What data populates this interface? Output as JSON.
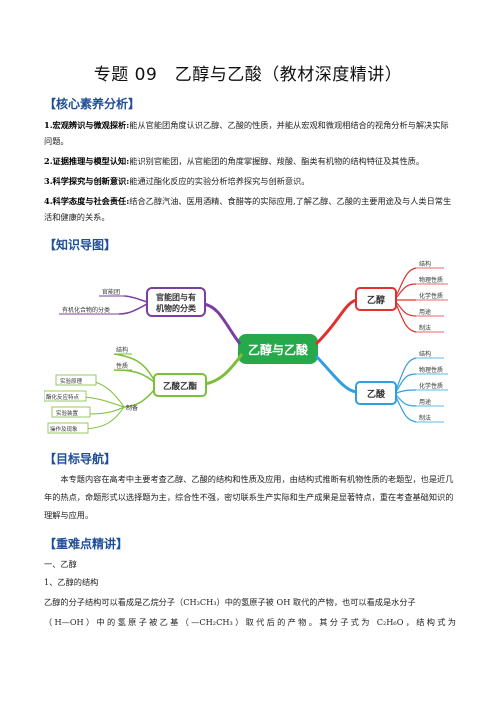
{
  "title": "专题 09　乙醇与乙酸（教材深度精讲）",
  "sections": {
    "core": "【核心素养分析】",
    "mindmap": "【知识导图】",
    "goal": "【目标导航】",
    "keypoints": "【重难点精讲】"
  },
  "core_items": [
    {
      "label": "1.宏观辨识与微观探析:",
      "text": "能从官能团角度认识乙醇、乙酸的性质，并能从宏观和微观相结合的视角分析与解决实际问题。"
    },
    {
      "label": "2.证据推理与模型认知:",
      "text": "能识别官能团，从官能团的角度掌握醇、羧酸、酯类有机物的结构特征及其性质。"
    },
    {
      "label": "3.科学探究与创新意识:",
      "text": "能通过酯化反应的实验分析培养探究与创新意识。"
    },
    {
      "label": "4.科学态度与社会责任:",
      "text": "结合乙醇汽油、医用酒精、食醋等的实际应用,了解乙醇、乙酸的主要用途及与人类日常生活和健康的关系。"
    }
  ],
  "mindmap": {
    "center": "乙醇与乙酸",
    "branches": {
      "functional": {
        "line1": "官能团与有",
        "line2": "机物的分类",
        "leaves": [
          "官能团",
          "有机化合物的分类"
        ]
      },
      "ester": {
        "title": "乙酸乙酯",
        "leaves": [
          "结构",
          "性质",
          "制备"
        ],
        "subleaves": [
          "实验原理",
          "酯化反应特点",
          "实验装置",
          "操作及现象"
        ]
      },
      "ethanol": {
        "title": "乙醇",
        "leaves": [
          "结构",
          "物理性质",
          "化学性质",
          "用途",
          "制法"
        ]
      },
      "acid": {
        "title": "乙酸",
        "leaves": [
          "结构",
          "物理性质",
          "化学性质",
          "用途",
          "制法"
        ]
      }
    },
    "colors": {
      "center": "#27a84a",
      "functional": "#7b3fa0",
      "ester": "#7cbf3a",
      "ethanol": "#e0312c",
      "acid": "#2f9fe0"
    }
  },
  "goal_text": "本专题内容在高考中主要考查乙醇、乙酸的结构和性质及应用，由结构式推断有机物性质的老题型，也是近几年的热点，命题形式以选择题为主，综合性不强，密切联系生产实际和生产成果是显著特点，重在考查基础知识的理解与应用。",
  "keypoints": {
    "h1": "一、乙醇",
    "h2": "1、乙醇的结构",
    "p1": "乙醇的分子结构可以看成是乙烷分子（CH₃CH₃）中的氢原子被 OH 取代的产物，也可以看成是水分子",
    "p2": "（H—OH）中的氢原子被乙基（—CH₂CH₃）取代后的产物。其分子式为 C₂H₆O，结构式为"
  }
}
